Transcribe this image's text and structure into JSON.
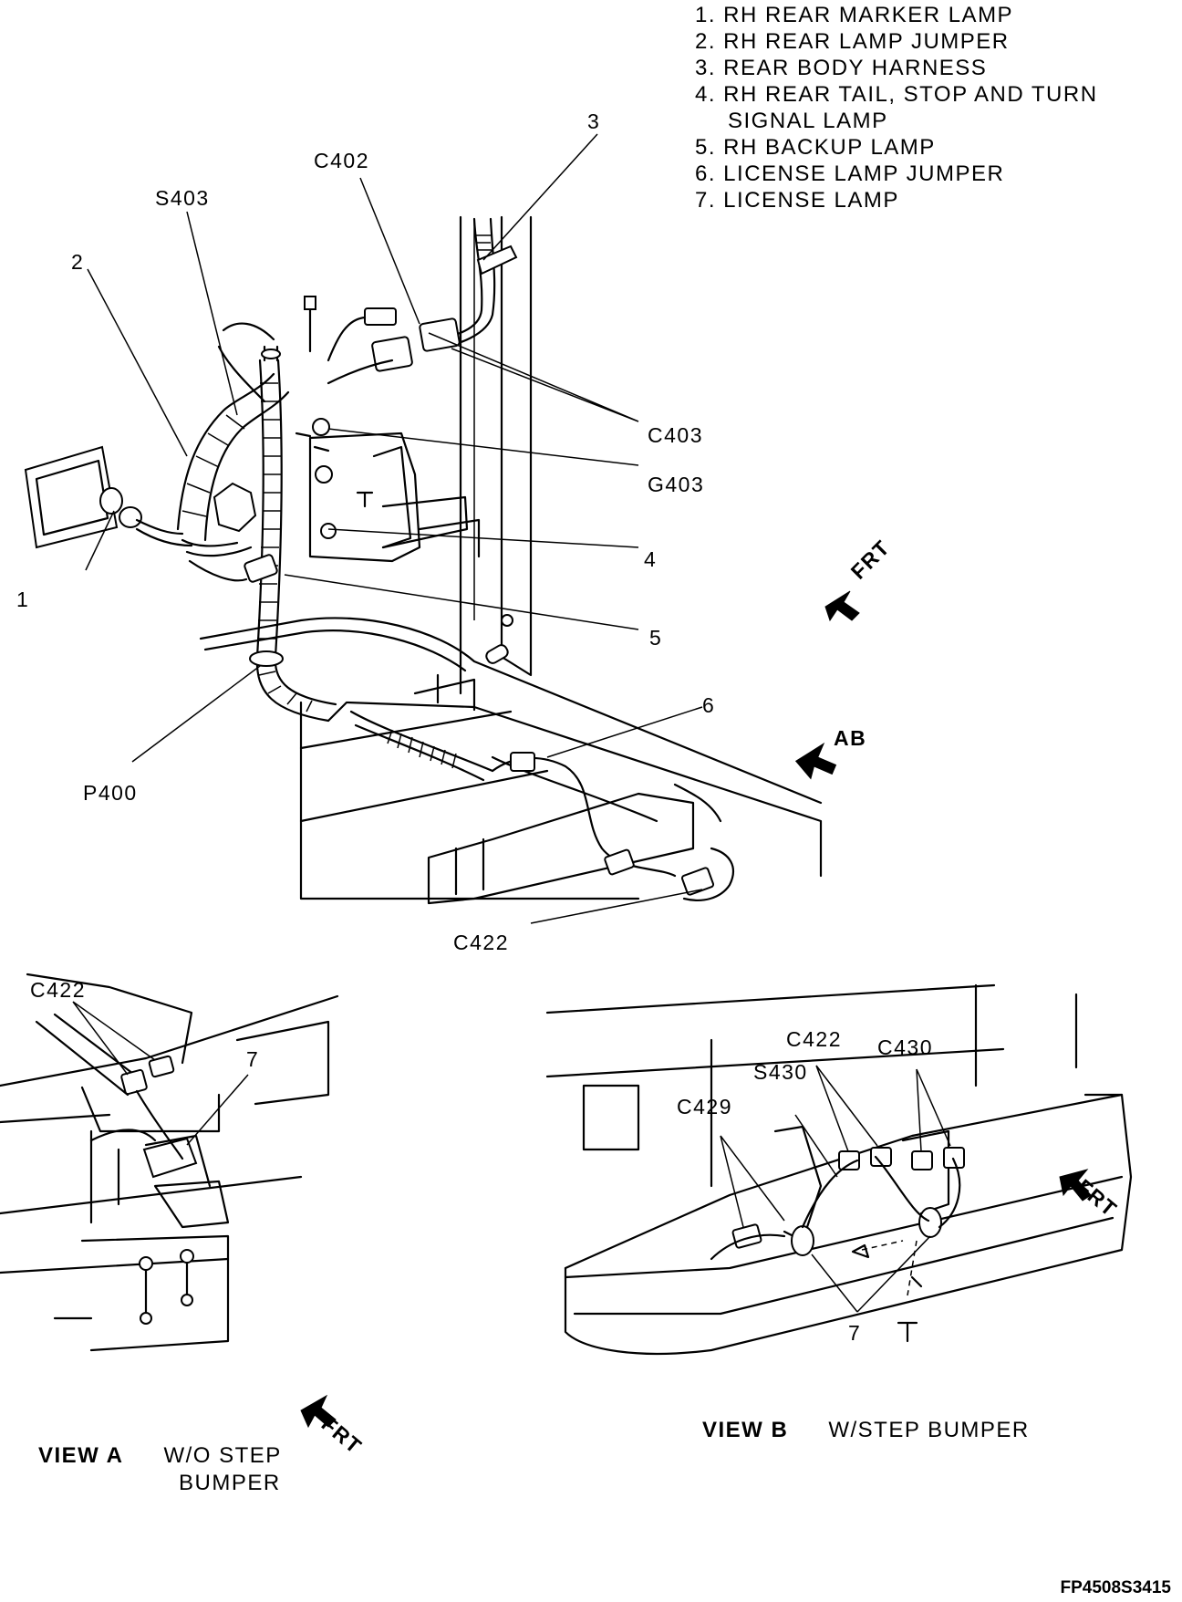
{
  "legend": [
    "1. RH REAR MARKER LAMP",
    "2. RH REAR LAMP JUMPER",
    "3. REAR BODY HARNESS",
    "4. RH REAR TAIL, STOP AND TURN",
    "SIGNAL LAMP",
    "5. RH BACKUP LAMP",
    "6. LICENSE LAMP JUMPER",
    "7. LICENSE LAMP"
  ],
  "callouts": {
    "n1": "1",
    "n2": "2",
    "n3": "3",
    "n4": "4",
    "n5": "5",
    "n6": "6",
    "c402": "C402",
    "s403": "S403",
    "c403": "C403",
    "g403": "G403",
    "p400": "P400",
    "c422": "C422",
    "frt": "FRT",
    "ab": "AB",
    "viewA_c422": "C422",
    "viewA_7": "7",
    "viewA_frt": "FRT",
    "viewB_c422": "C422",
    "viewB_c430": "C430",
    "viewB_s430": "S430",
    "viewB_c429": "C429",
    "viewB_7": "7",
    "viewB_frt": "FRT"
  },
  "views": {
    "a": {
      "label": "VIEW A",
      "desc_line1": "W/O STEP",
      "desc_line2": "BUMPER"
    },
    "b": {
      "label": "VIEW B",
      "desc": "W/STEP BUMPER"
    }
  },
  "figure_id": "FP4508S3415"
}
